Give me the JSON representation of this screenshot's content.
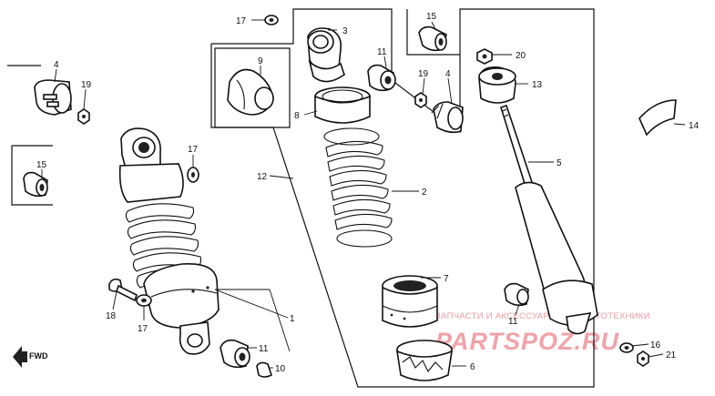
{
  "callouts": [
    {
      "id": "c17a",
      "text": "17"
    },
    {
      "id": "c3",
      "text": "3"
    },
    {
      "id": "c15a",
      "text": "15"
    },
    {
      "id": "c20",
      "text": "20"
    },
    {
      "id": "c4a",
      "text": "4"
    },
    {
      "id": "c19a",
      "text": "19"
    },
    {
      "id": "c9",
      "text": "9"
    },
    {
      "id": "c11a",
      "text": "11"
    },
    {
      "id": "c19b",
      "text": "19"
    },
    {
      "id": "c4b",
      "text": "4"
    },
    {
      "id": "c13",
      "text": "13"
    },
    {
      "id": "c8",
      "text": "8"
    },
    {
      "id": "c14",
      "text": "14"
    },
    {
      "id": "c17b",
      "text": "17"
    },
    {
      "id": "c15b",
      "text": "15"
    },
    {
      "id": "c12",
      "text": "12"
    },
    {
      "id": "c5",
      "text": "5"
    },
    {
      "id": "c2",
      "text": "2"
    },
    {
      "id": "c7",
      "text": "7"
    },
    {
      "id": "c1",
      "text": "1"
    },
    {
      "id": "c18",
      "text": "18"
    },
    {
      "id": "c17c",
      "text": "17"
    },
    {
      "id": "c11b",
      "text": "11"
    },
    {
      "id": "c11c",
      "text": "11"
    },
    {
      "id": "c10",
      "text": "10"
    },
    {
      "id": "c6",
      "text": "6"
    },
    {
      "id": "c16",
      "text": "16"
    },
    {
      "id": "c21",
      "text": "21"
    }
  ],
  "fwd_label": "FWD",
  "watermark": {
    "tagline": "ЗАПЧАСТИ И АКСЕССУАРЫ ДЛЯ МОТОТЕХНИКИ",
    "brand": "PARTSPOZ.RU"
  }
}
